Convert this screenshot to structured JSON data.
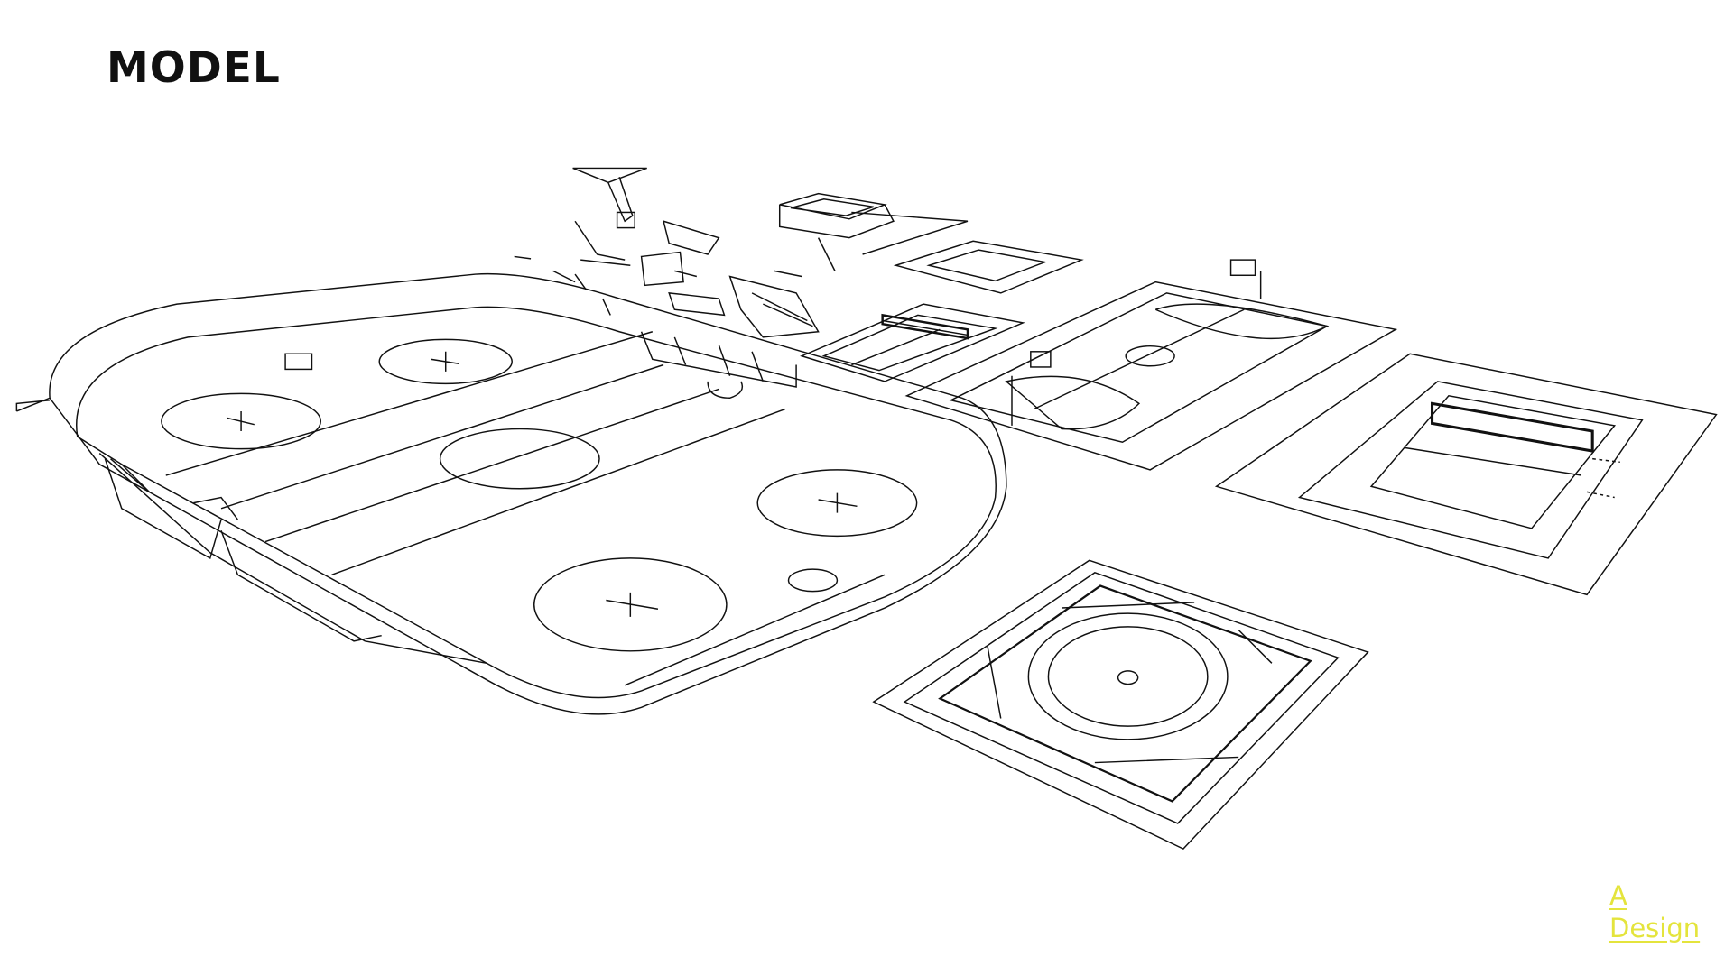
{
  "page": {
    "title": "MODEL"
  },
  "logo": {
    "line1": "A",
    "line2": "Design",
    "color": "#e4e43c"
  }
}
